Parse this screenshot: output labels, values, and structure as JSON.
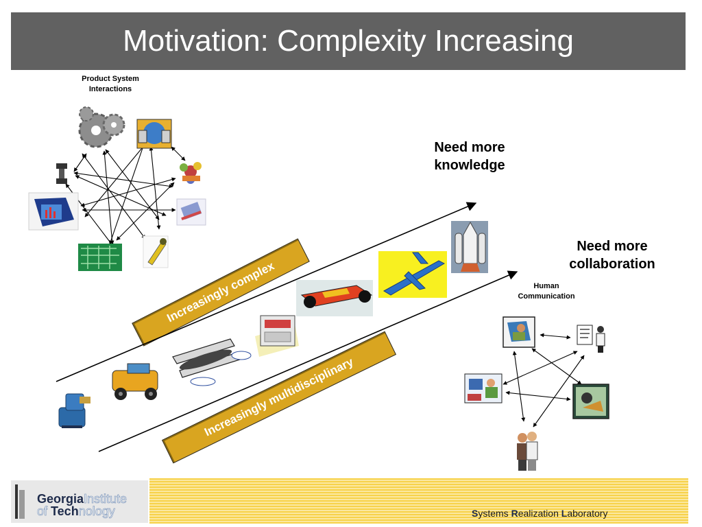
{
  "title": "Motivation: Complexity Increasing",
  "product_label": "Product System\nInteractions",
  "human_label": "Human\nCommunication",
  "callout_knowledge": "Need more\nknowledge",
  "callout_collaboration": "Need more\ncollaboration",
  "banner_complex": "Increasingly complex",
  "banner_multi": "Increasingly multidisciplinary",
  "footer": {
    "logo_line1_a": "Georgia",
    "logo_line1_b": "Institute",
    "logo_line2_a": "of ",
    "logo_line2_b": "Tech",
    "logo_line2_c": "nology",
    "lab_s": "S",
    "lab_ystems": "ystems ",
    "lab_r": "R",
    "lab_ealization": "ealization ",
    "lab_l": "L",
    "lab_aboratory": "aboratory"
  },
  "icons": {
    "gears": "gears-icon",
    "computer": "computer-network-icon",
    "molecule": "molecule-icon",
    "valve": "valve-icon",
    "monitor": "monitor-icon",
    "chip": "chip-icon",
    "circuit": "circuit-board-icon",
    "bulb": "light-bulb-icon",
    "pump": "pump-icon",
    "car": "vintage-car-icon",
    "biplane": "biplane-icon",
    "copier": "copier-icon",
    "racecar": "race-car-icon",
    "jet": "jet-airplane-icon",
    "shuttle": "space-shuttle-icon",
    "drafter": "drafting-person-icon",
    "presenter": "presenter-icon",
    "meeting": "meeting-icon",
    "engineer": "engineer-icon",
    "couple": "people-icon",
    "globe": "globe-mascot-icon"
  },
  "colors": {
    "title_bg": "#616161",
    "banner": "#d9a520",
    "footer_stripe": "#f7d24a"
  }
}
